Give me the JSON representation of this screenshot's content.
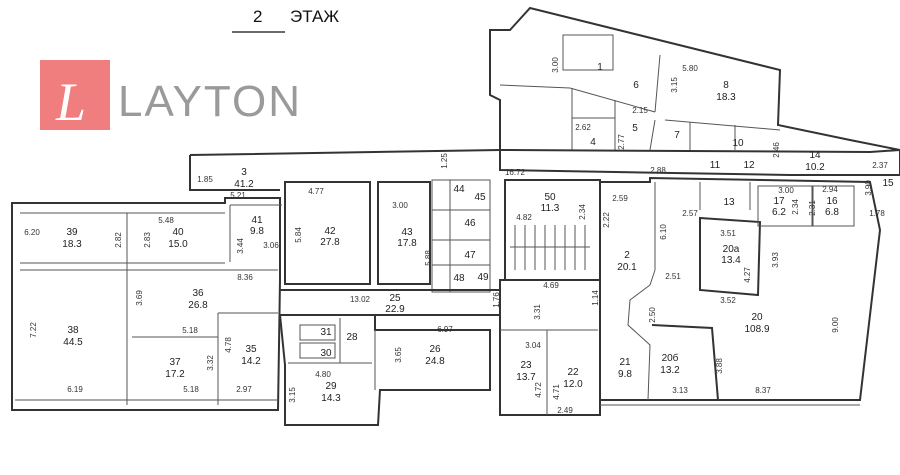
{
  "title": {
    "number": "2",
    "label": "ЭТАЖ"
  },
  "logo": {
    "letter": "L",
    "name": "LAYTON",
    "color": "#f07070"
  },
  "rooms": [
    {
      "num": "1"
    },
    {
      "num": "3",
      "area": "41.2"
    },
    {
      "num": "4"
    },
    {
      "num": "5"
    },
    {
      "num": "6"
    },
    {
      "num": "7"
    },
    {
      "num": "8",
      "area": "18.3"
    },
    {
      "num": "10"
    },
    {
      "num": "11"
    },
    {
      "num": "12"
    },
    {
      "num": "13"
    },
    {
      "num": "14",
      "area": "10.2"
    },
    {
      "num": "15"
    },
    {
      "num": "16",
      "area": "6.8"
    },
    {
      "num": "17",
      "area": "6.2"
    },
    {
      "num": "2",
      "area": "20.1"
    },
    {
      "num": "20a",
      "area": "13.4"
    },
    {
      "num": "20",
      "area": "108.9"
    },
    {
      "num": "20б",
      "area": "13.2"
    },
    {
      "num": "21",
      "area": "9.8"
    },
    {
      "num": "22",
      "area": "12.0"
    },
    {
      "num": "23",
      "area": "13.7"
    },
    {
      "num": "26",
      "area": "24.8"
    },
    {
      "num": "25",
      "area": "22.9"
    },
    {
      "num": "28"
    },
    {
      "num": "29",
      "area": "14.3"
    },
    {
      "num": "30"
    },
    {
      "num": "31"
    },
    {
      "num": "35",
      "area": "14.2"
    },
    {
      "num": "36",
      "area": "26.8"
    },
    {
      "num": "37",
      "area": "17.2"
    },
    {
      "num": "38",
      "area": "44.5"
    },
    {
      "num": "39",
      "area": "18.3"
    },
    {
      "num": "40",
      "area": "15.0"
    },
    {
      "num": "41",
      "area": "9.8"
    },
    {
      "num": "42",
      "area": "27.8"
    },
    {
      "num": "43",
      "area": "17.8"
    },
    {
      "num": "44"
    },
    {
      "num": "45"
    },
    {
      "num": "46"
    },
    {
      "num": "47"
    },
    {
      "num": "48"
    },
    {
      "num": "49"
    },
    {
      "num": "50",
      "area": "11.3"
    }
  ],
  "dims_h": [
    "1.85",
    "5.21",
    "4.77",
    "5.48",
    "6.20",
    "8.36",
    "5.18",
    "6.19",
    "5.18",
    "2.97",
    "13.02",
    "4.80",
    "6.97",
    "3.00",
    "16.72",
    "4.82",
    "4.69",
    "3.04",
    "2.49",
    "2.59",
    "2.88",
    "2.57",
    "3.51",
    "3.52",
    "2.51",
    "3.13",
    "8.37",
    "5.80",
    "2.15",
    "2.62",
    "3.00",
    "2.94",
    "2.37",
    "1.78",
    "3.06"
  ],
  "dims_v": [
    "2.82",
    "2.83",
    "3.44",
    "5.84",
    "5.88",
    "7.22",
    "3.69",
    "3.32",
    "4.78",
    "3.15",
    "3.65",
    "1.25",
    "1.76",
    "3.31",
    "1.14",
    "2.34",
    "2.22",
    "6.10",
    "2.50",
    "3.93",
    "4.27",
    "3.88",
    "9.00",
    "4.72",
    "4.71",
    "3.00",
    "3.15",
    "2.77",
    "2.46",
    "2.34",
    "2.31",
    "3.90"
  ]
}
